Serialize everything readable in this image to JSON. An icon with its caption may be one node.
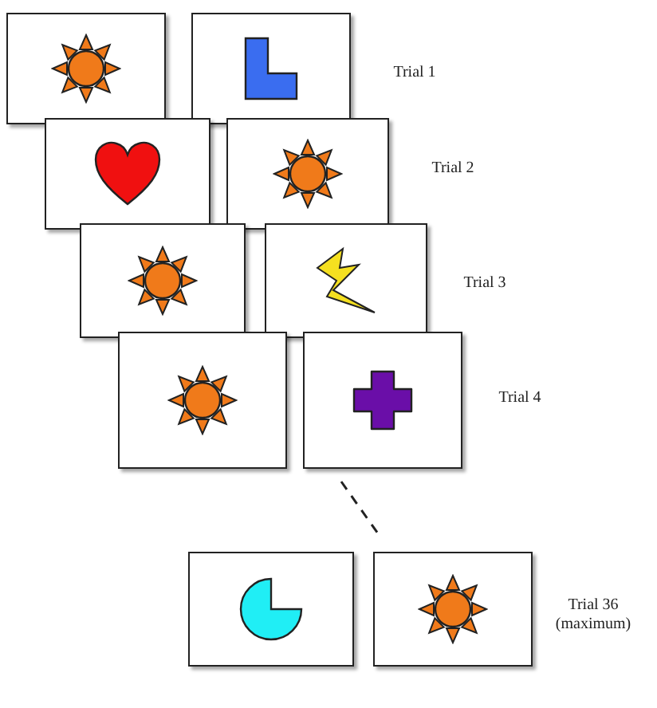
{
  "diagram": {
    "labels": [
      "Trial 1",
      "Trial 2",
      "Trial 3",
      "Trial 4",
      "Trial 36 (maximum)"
    ]
  }
}
